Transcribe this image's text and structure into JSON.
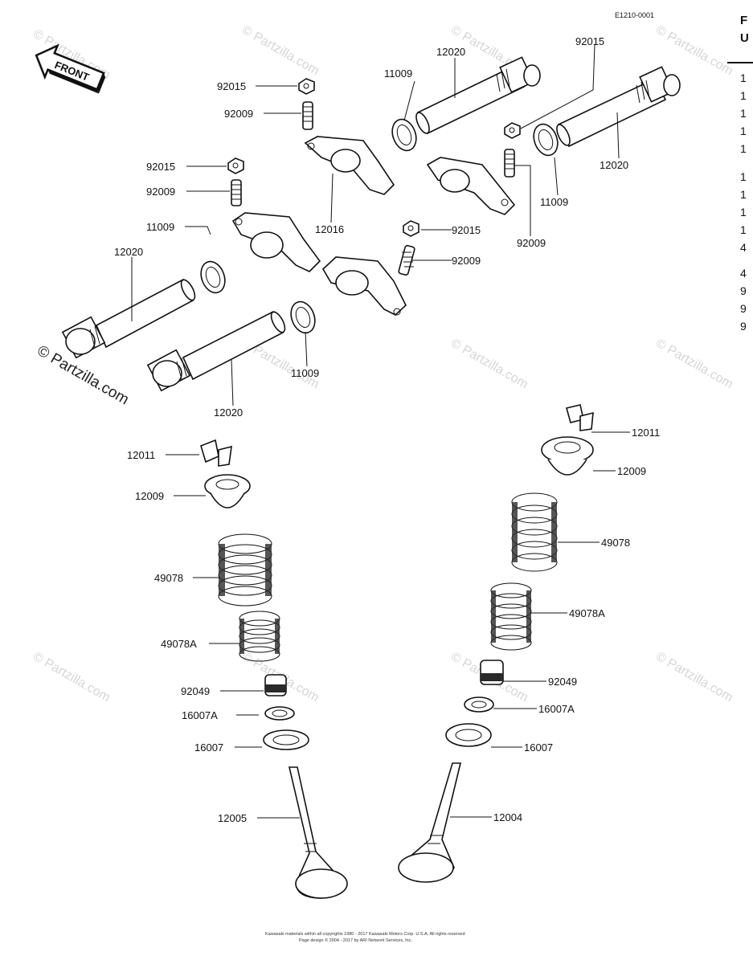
{
  "diagram_id": "E1210-0001",
  "front_label": "FRONT",
  "watermark": "© Partzilla.com",
  "footer_line1": "Kawasaki materials within all copyrights 1980 - 2017 Kawasaki Motors Corp. U.S.A. All rights reserved",
  "footer_line2": "Page design © 2004 - 2017 by ARI Network Services, Inc.",
  "right_panel": {
    "header_chars": [
      "F",
      "U"
    ],
    "codes": [
      "1",
      "1",
      "1",
      "1",
      "1",
      "1",
      "1",
      "1",
      "1",
      "4",
      "4",
      "9",
      "9",
      "9"
    ]
  },
  "callouts": {
    "c92015_a": "92015",
    "c92009_a": "92009",
    "c11009_a": "11009",
    "c12020_a": "12020",
    "c92015_b": "92015",
    "c92015_c": "92015",
    "c92009_b": "92009",
    "c11009_b": "11009",
    "c12016": "12016",
    "c92015_d": "92015",
    "c92009_c": "92009",
    "c12020_b": "12020",
    "c11009_c": "11009",
    "c92009_d": "92009",
    "c12020_c": "12020",
    "c11009_d": "11009",
    "c12020_d": "12020",
    "c12011_l": "12011",
    "c12009_l": "12009",
    "c49078_l": "49078",
    "c49078A_l": "49078A",
    "c92049_l": "92049",
    "c16007A_l": "16007A",
    "c16007_l": "16007",
    "c12005": "12005",
    "c12011_r": "12011",
    "c12009_r": "12009",
    "c49078_r": "49078",
    "c49078A_r": "49078A",
    "c92049_r": "92049",
    "c16007A_r": "16007A",
    "c16007_r": "16007",
    "c12004": "12004"
  }
}
